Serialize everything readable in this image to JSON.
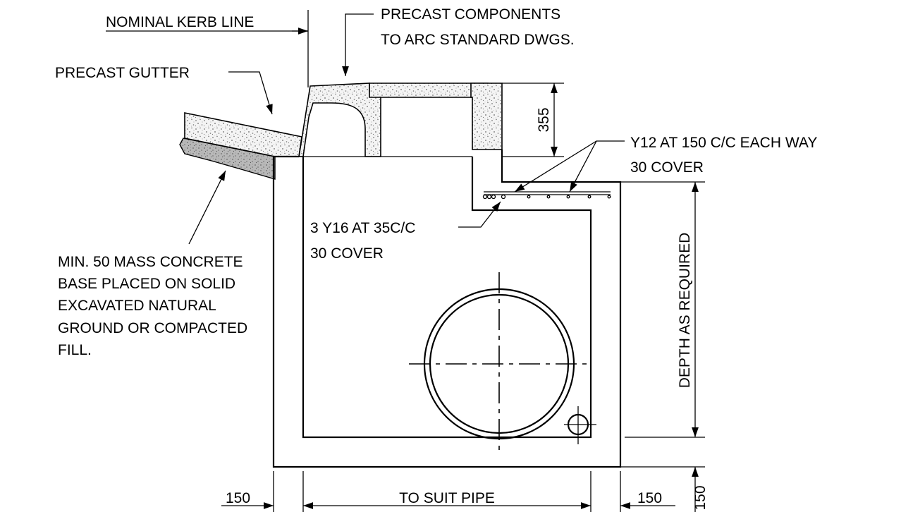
{
  "labels": {
    "nominal_kerb_line": "NOMINAL KERB LINE",
    "precast_components_1": "PRECAST COMPONENTS",
    "precast_components_2": "TO ARC STANDARD DWGS.",
    "precast_gutter": "PRECAST GUTTER",
    "reinforcement_top_1": "Y12 AT 150 C/C EACH WAY",
    "reinforcement_top_2": "30 COVER",
    "reinforcement_bars_1": "3 Y16 AT 35C/C",
    "reinforcement_bars_2": "30 COVER",
    "base_note_1": "MIN. 50 MASS CONCRETE",
    "base_note_2": "BASE PLACED ON SOLID",
    "base_note_3": "EXCAVATED NATURAL",
    "base_note_4": "GROUND OR COMPACTED",
    "base_note_5": "FILL."
  },
  "dimensions": {
    "kerb_height": "355",
    "depth": "DEPTH AS REQUIRED",
    "left_wall": "150",
    "inner_width": "TO SUIT PIPE",
    "right_wall": "150",
    "base_thickness": "150"
  },
  "colors": {
    "line": "#000000",
    "concrete_speckle": "#8a8a8a",
    "base_fill": "#a9a9a9"
  }
}
